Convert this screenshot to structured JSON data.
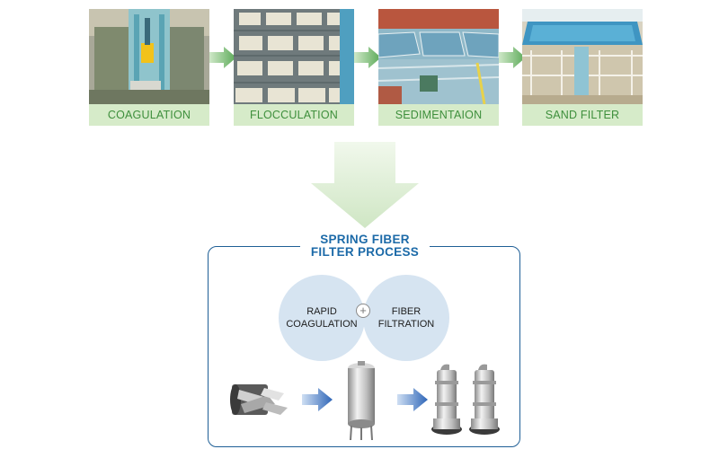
{
  "stages": [
    {
      "label": "COAGULATION",
      "image": "coagulation-tank-photo"
    },
    {
      "label": "FLOCCULATION",
      "image": "flocculation-tank-photo"
    },
    {
      "label": "SEDIMENTAION",
      "image": "sedimentation-tank-photo"
    },
    {
      "label": "SAND FILTER",
      "image": "sand-filter-photo"
    }
  ],
  "panel": {
    "title_line1": "SPRING FIBER",
    "title_line2": "FILTER PROCESS",
    "circle_left_line1": "RAPID",
    "circle_left_line2": "COAGULATION",
    "circle_right_line1": "FIBER",
    "circle_right_line2": "FILTRATION",
    "plus_symbol": "+"
  },
  "colors": {
    "caption_bg": "#d6ebc9",
    "caption_text": "#3e8f3c",
    "arrow_green": "#6db56a",
    "panel_border": "#1f5f96",
    "panel_title": "#1c6aa8",
    "circle_fill": "#d6e4f1",
    "arrow_blue": "#3d74c0"
  }
}
